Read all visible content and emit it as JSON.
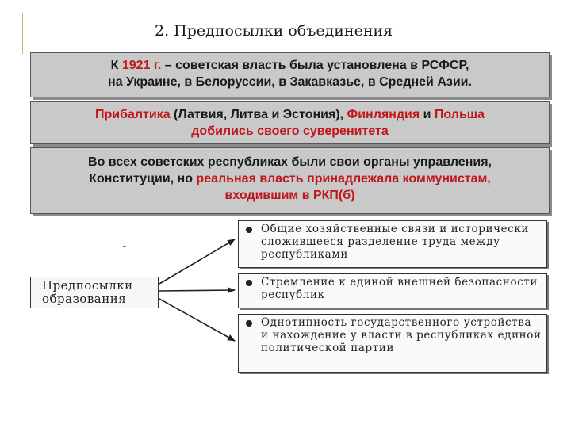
{
  "title": "2. Предпосылки объединения",
  "box1": {
    "line1_a": "К ",
    "line1_year": "1921 г.",
    "line1_b": " – советская власть была установлена в РСФСР,",
    "line2": "на Украине, в Белоруссии, в Закавказье, в Средней Азии."
  },
  "box2": {
    "baltic": "Прибалтика",
    "baltic_list": " (Латвия, Литва и Эстония), ",
    "finland": "Финляндия",
    "and": " и ",
    "poland": "Польша",
    "line2": "добились своего суверенитета"
  },
  "box3": {
    "line1": "Во всех советских республиках были свои органы управления,",
    "line2_a": "Конституции, но ",
    "line2_b": "реальная власть принадлежала коммунистам,",
    "line3": "входившим в РКП(б)"
  },
  "diagram": {
    "cause": "Предпосылки образования",
    "premises": [
      "Общие хозяйственные связи и исторически сложившееся разделение труда между республиками",
      "Стремление к единой внешней безопасности республик",
      "Однотипность государственного устройства и нахождение у власти в республиках единой политической партии"
    ]
  },
  "colors": {
    "highlight": "#c0161c",
    "box_fill": "#c9c9c9",
    "frame": "#c8b85a"
  }
}
